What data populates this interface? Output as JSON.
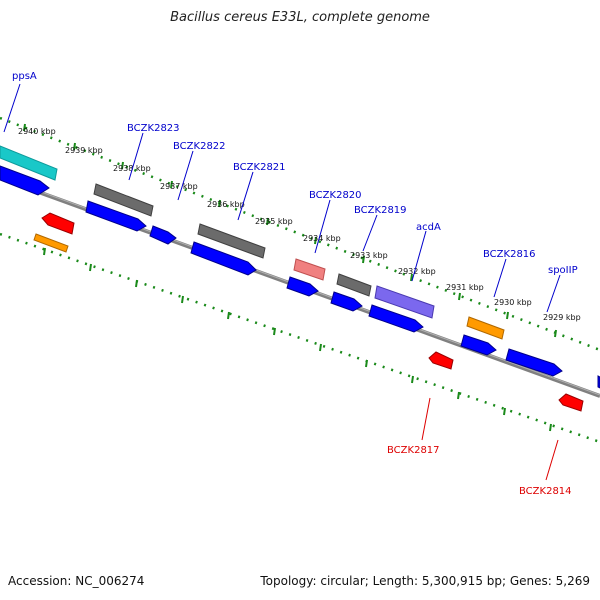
{
  "title": "Bacillus cereus E33L, complete genome",
  "footer": {
    "accession": "Accession: NC_006274",
    "summary": "Topology: circular; Length: 5,300,915 bp; Genes: 5,269"
  },
  "colors": {
    "backbone": "#808080",
    "ticks": "#1a8a1a",
    "blue": "#0000ff",
    "gray": "#707070",
    "red": "#ff0000",
    "orange": "#ff9a00",
    "cyan": "#19c8c8",
    "salmon": "#f08080",
    "purple": "#7b68ee",
    "label_blue": "#0000cc",
    "label_red": "#dd0000"
  },
  "scale_labels": [
    "2940 kbp",
    "2939 kbp",
    "2938 kbp",
    "2937 kbp",
    "2936 kbp",
    "2935 kbp",
    "2934 kbp",
    "2933 kbp",
    "2932 kbp",
    "2931 kbp",
    "2930 kbp",
    "2929 kbp"
  ],
  "gene_labels": {
    "ppsA": "ppsA",
    "BCZK2823": "BCZK2823",
    "BCZK2822": "BCZK2822",
    "BCZK2821": "BCZK2821",
    "BCZK2820": "BCZK2820",
    "BCZK2819": "BCZK2819",
    "acdA": "acdA",
    "BCZK2816": "BCZK2816",
    "spoIIP": "spoIIP",
    "BCZK2817": "BCZK2817",
    "BCZK2814": "BCZK2814"
  }
}
